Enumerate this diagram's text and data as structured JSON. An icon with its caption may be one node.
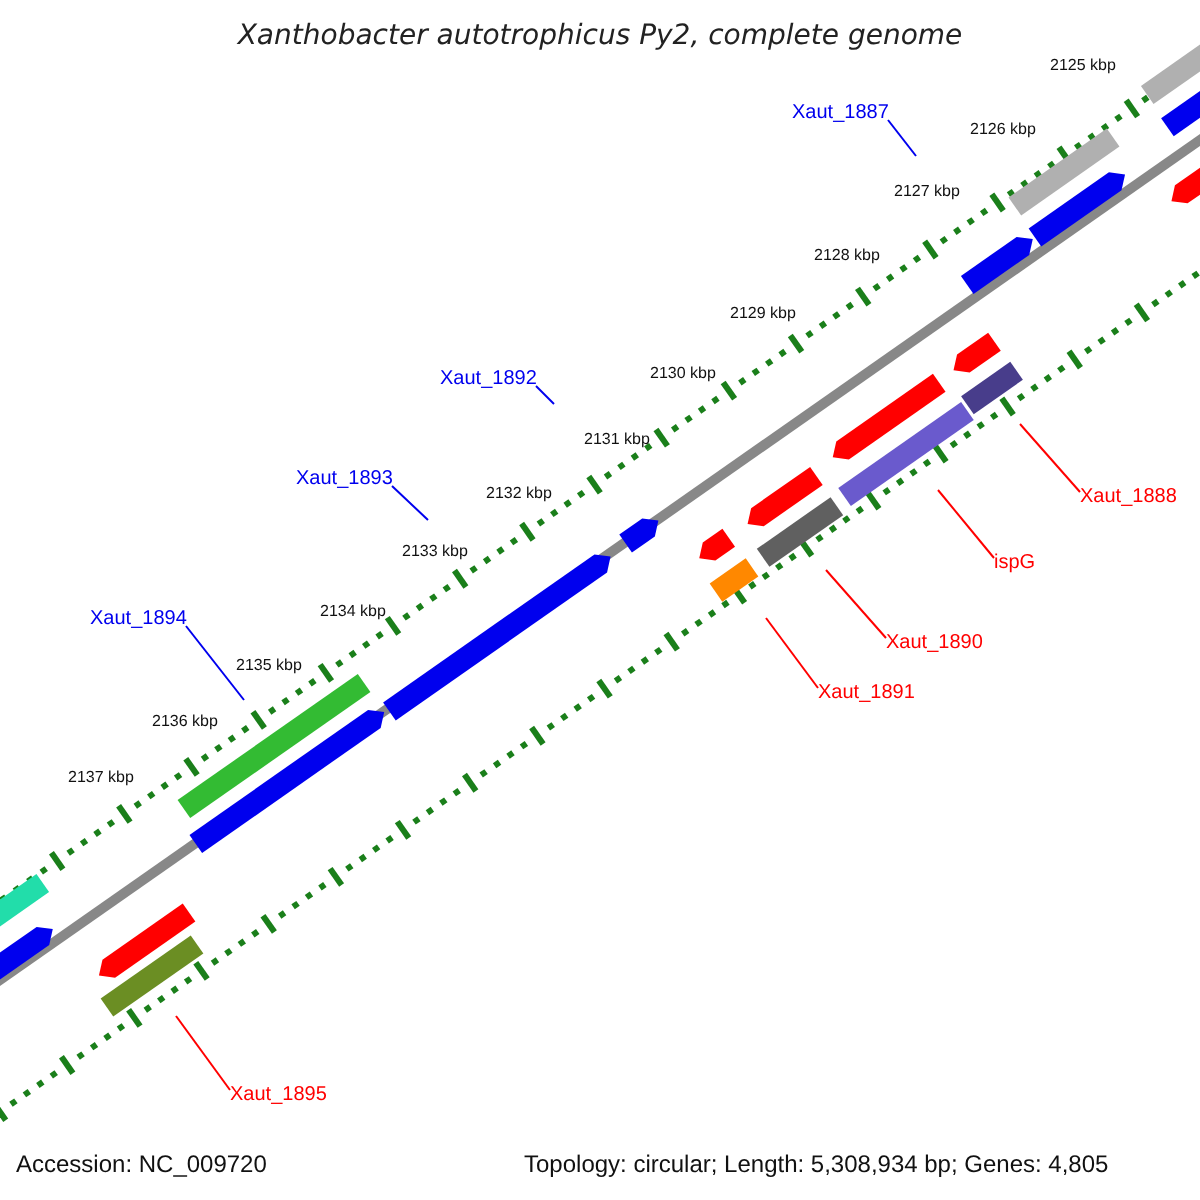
{
  "diagram": {
    "title": "Xanthobacter autotrophicus Py2, complete genome",
    "nodes": [
      {
        "text": [
          "Xaut_1887"
        ]
      },
      {
        "text": [
          "Xaut_1892"
        ]
      },
      {
        "text": [
          "Xaut_1893"
        ]
      },
      {
        "text": [
          "Xaut_1894"
        ]
      },
      {
        "text": [
          "Xaut_1888"
        ]
      },
      {
        "text": [
          "ispG"
        ]
      },
      {
        "text": [
          "Xaut_1890"
        ]
      },
      {
        "text": [
          "Xaut_1891"
        ]
      },
      {
        "text": [
          "Xaut_1895"
        ]
      }
    ],
    "edges": [
      {
        "from": 0,
        "to": null,
        "arrow": "none",
        "color": "#0000ee"
      },
      {
        "from": 1,
        "to": null,
        "arrow": "none",
        "color": "#0000ee"
      },
      {
        "from": 2,
        "to": null,
        "arrow": "none",
        "color": "#0000ee"
      },
      {
        "from": 3,
        "to": null,
        "arrow": "none",
        "color": "#0000ee"
      },
      {
        "from": 4,
        "to": null,
        "arrow": "none",
        "color": "#ff0000"
      },
      {
        "from": 5,
        "to": null,
        "arrow": "none",
        "color": "#ff0000"
      },
      {
        "from": 6,
        "to": null,
        "arrow": "none",
        "color": "#ff0000"
      },
      {
        "from": 7,
        "to": null,
        "arrow": "none",
        "color": "#ff0000"
      },
      {
        "from": 8,
        "to": null,
        "arrow": "none",
        "color": "#ff0000"
      }
    ],
    "labels": [
      "2125 kbp",
      "2126 kbp",
      "2127 kbp",
      "2128 kbp",
      "2129 kbp",
      "2130 kbp",
      "2131 kbp",
      "2132 kbp",
      "2133 kbp",
      "2134 kbp",
      "2135 kbp",
      "2136 kbp",
      "2137 kbp",
      "Accession: NC_009720",
      "Topology: circular; Length: 5,308,934 bp; Genes: 4,805"
    ]
  }
}
